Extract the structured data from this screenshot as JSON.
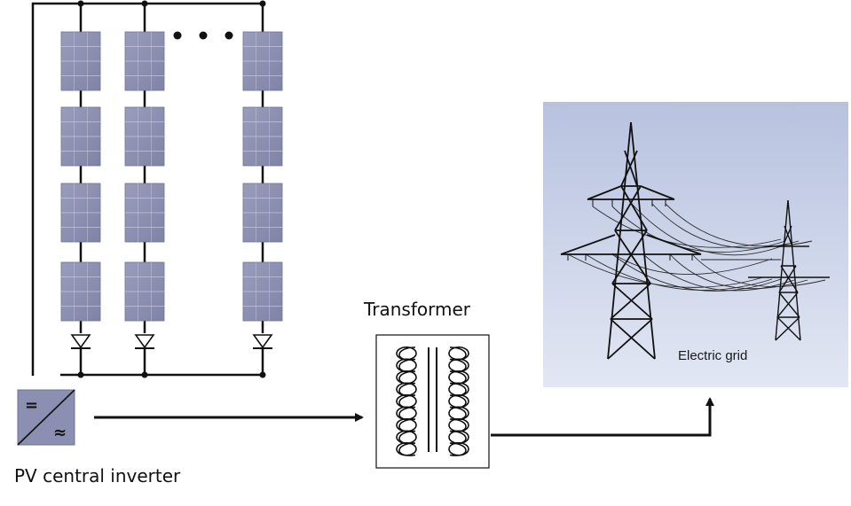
{
  "labels": {
    "inverter": "PV central inverter",
    "transformer": "Transformer",
    "grid": "Electric grid"
  },
  "inverter_symbols": {
    "dc": "=",
    "ac": "≈"
  },
  "colors": {
    "panel_fill": "#8f92b3",
    "panel_line": "#c4c6da",
    "inverter_fill": "#8b90b2",
    "grid_sky_top": "#b8c3e0",
    "grid_sky_bottom": "#e1e6f2",
    "wire": "#111111"
  }
}
